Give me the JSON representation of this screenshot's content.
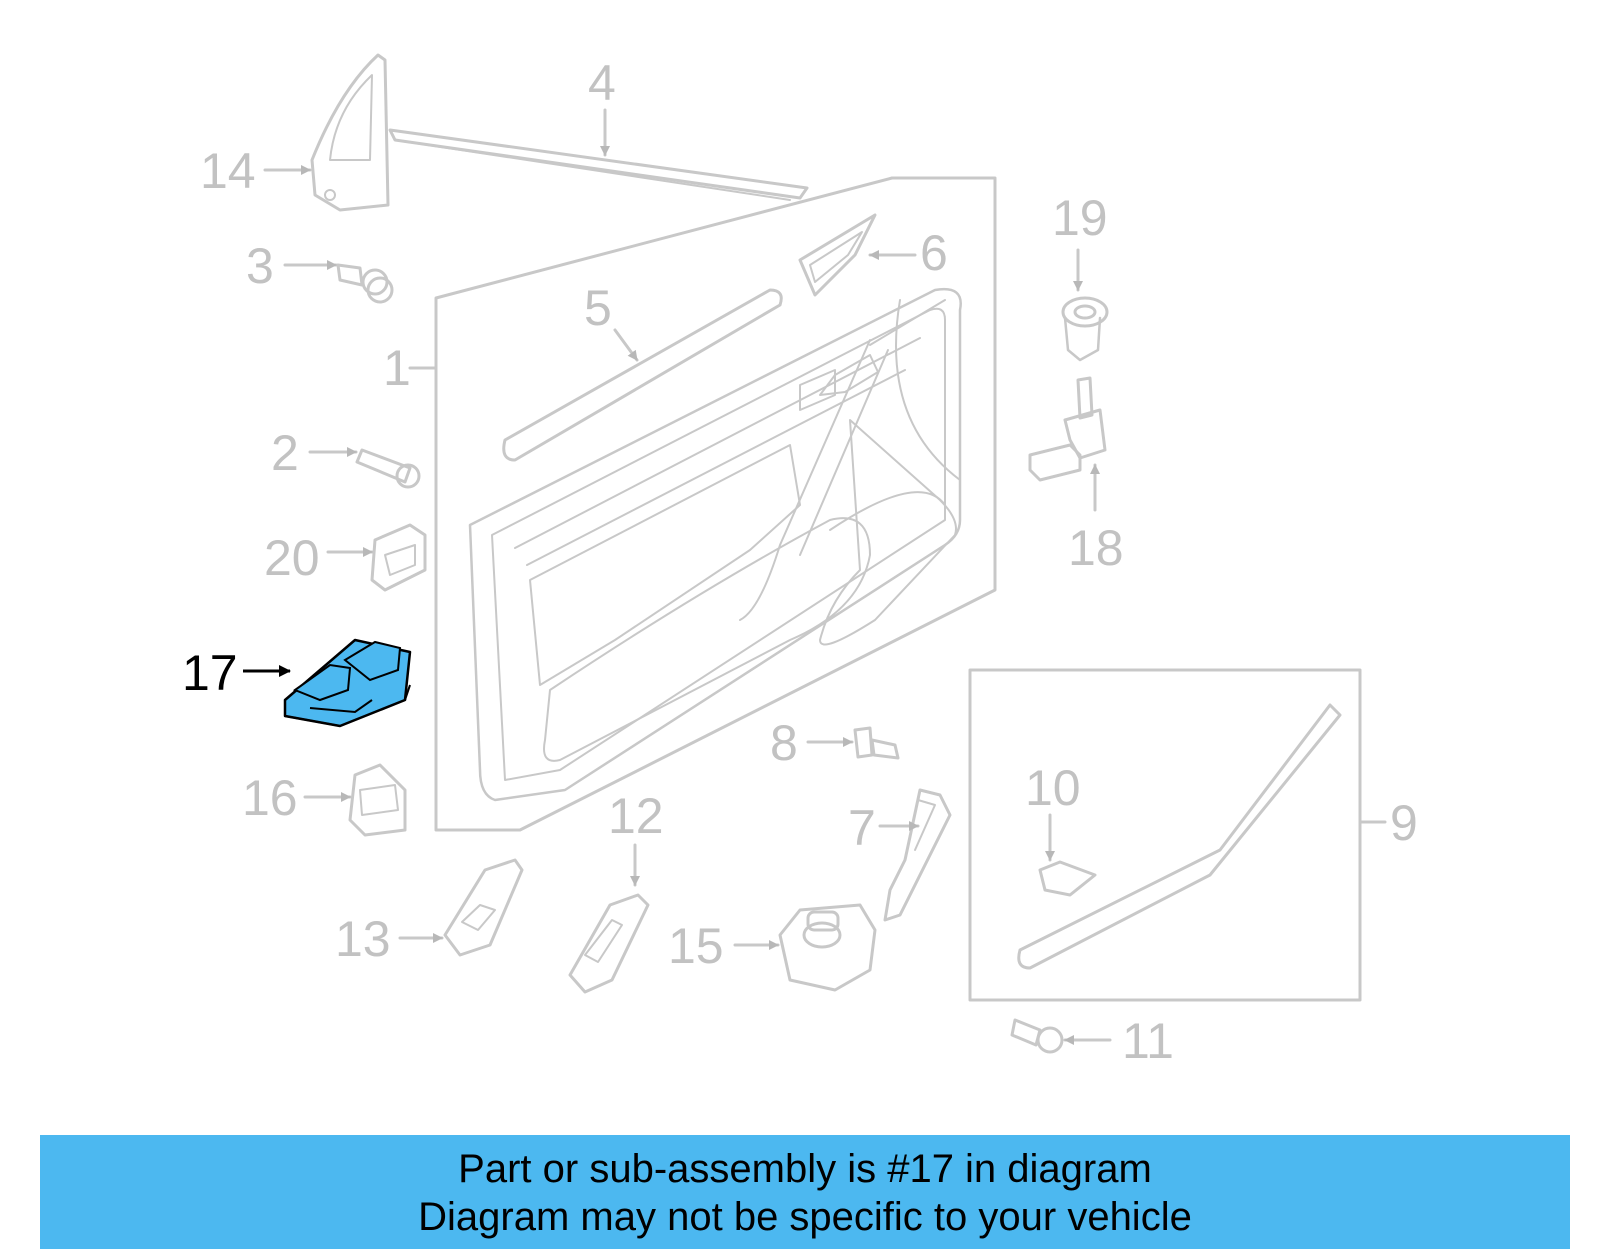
{
  "diagram": {
    "highlight_part": "17",
    "line_color": "#c8c8c8",
    "highlight_color": "#4cb8f0",
    "callouts": {
      "c1": "1",
      "c2": "2",
      "c3": "3",
      "c4": "4",
      "c5": "5",
      "c6": "6",
      "c7": "7",
      "c8": "8",
      "c9": "9",
      "c10": "10",
      "c11": "11",
      "c12": "12",
      "c13": "13",
      "c14": "14",
      "c15": "15",
      "c16": "16",
      "c17": "17",
      "c18": "18",
      "c19": "19",
      "c20": "20"
    }
  },
  "banner": {
    "line1": "Part or sub-assembly is #17 in diagram",
    "line2": "Diagram may not be specific to your vehicle",
    "color": "#4cb8f0"
  }
}
